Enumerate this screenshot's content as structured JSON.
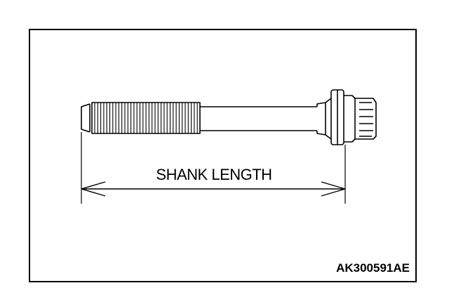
{
  "figure": {
    "dimension_label": "SHANK LENGTH",
    "figure_id": "AK300591AE"
  },
  "colors": {
    "line": "#000000",
    "background": "#ffffff"
  },
  "icons": [
    "bolt-drawing",
    "dimension-arrow"
  ]
}
